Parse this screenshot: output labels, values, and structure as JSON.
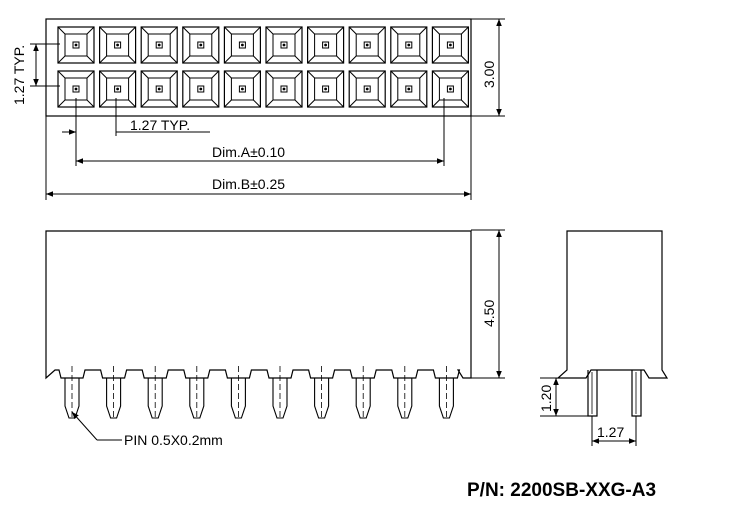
{
  "dimensions": {
    "pitch_row_label": "1.27 TYP.",
    "pitch_col_label": "1.27 TYP.",
    "height_top_view": "3.00",
    "dim_a": "Dim.A±0.10",
    "dim_b": "Dim.B±0.25",
    "body_height": "4.50",
    "pin_length": "1.20",
    "pin_pitch_side": "1.27"
  },
  "pin_callout": "PIN 0.5X0.2mm",
  "part_number": "P/N: 2200SB-XXG-A3",
  "layout_counts": {
    "columns": 10,
    "rows": 2
  },
  "colors": {
    "line": "#000000",
    "background": "#ffffff"
  }
}
